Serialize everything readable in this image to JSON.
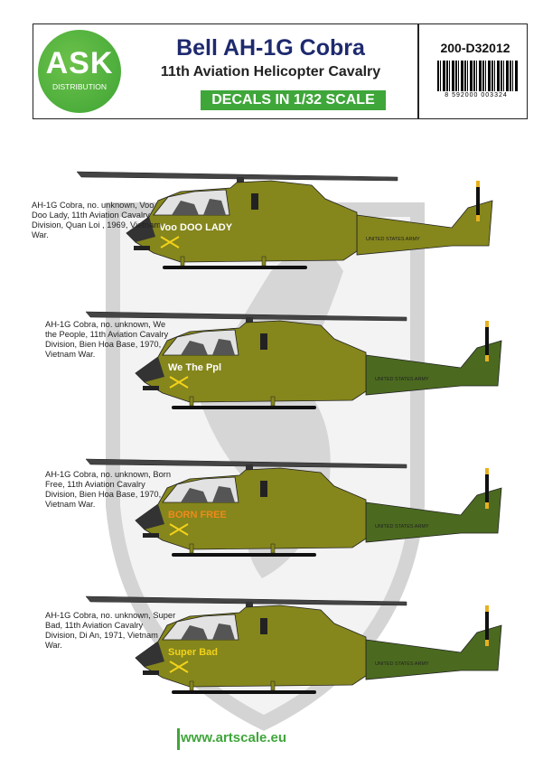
{
  "header": {
    "logo_text": "ASK",
    "logo_subtext": "DISTRIBUTION",
    "title": "Bell AH-1G  Cobra",
    "subtitle": "11th Aviation Helicopter Cavalry",
    "scale_label": "DECALS IN 1/32 SCALE",
    "product_code": "200-D32012",
    "barcode_number": "8  592000  003324"
  },
  "colors": {
    "olive": "#85861c",
    "dark_green": "#4b6a1f",
    "brand_green": "#3fa63a",
    "title_blue": "#1e2a6e"
  },
  "aircraft": [
    {
      "caption": "AH-1G Cobra, no. unknown, Voo Doo Lady, 11th Aviation Cavalry Division, Quan Loi , 1969, Vietnam War.",
      "nose_art": "Voo DOO LADY",
      "boom_text": "UNITED STATES ARMY"
    },
    {
      "caption": "AH-1G Cobra, no. unknown, We the People, 11th Aviation Cavalry Division, Bien Hoa Base, 1970, Vietnam War.",
      "nose_art": "We The Ppl",
      "boom_text": "UNITED STATES ARMY"
    },
    {
      "caption": "AH-1G Cobra, no. unknown, Born Free, 11th Aviation Cavalry Division, Bien Hoa Base, 1970, Vietnam War.",
      "nose_art": "BORN FREE",
      "boom_text": "UNITED STATES ARMY"
    },
    {
      "caption": "AH-1G Cobra, no. unknown, Super Bad, 11th Aviation Cavalry Division, Di An, 1971, Vietnam War.",
      "nose_art": "Super Bad",
      "boom_text": "UNITED STATES ARMY"
    }
  ],
  "footer": {
    "url": "www.artscale.eu"
  }
}
